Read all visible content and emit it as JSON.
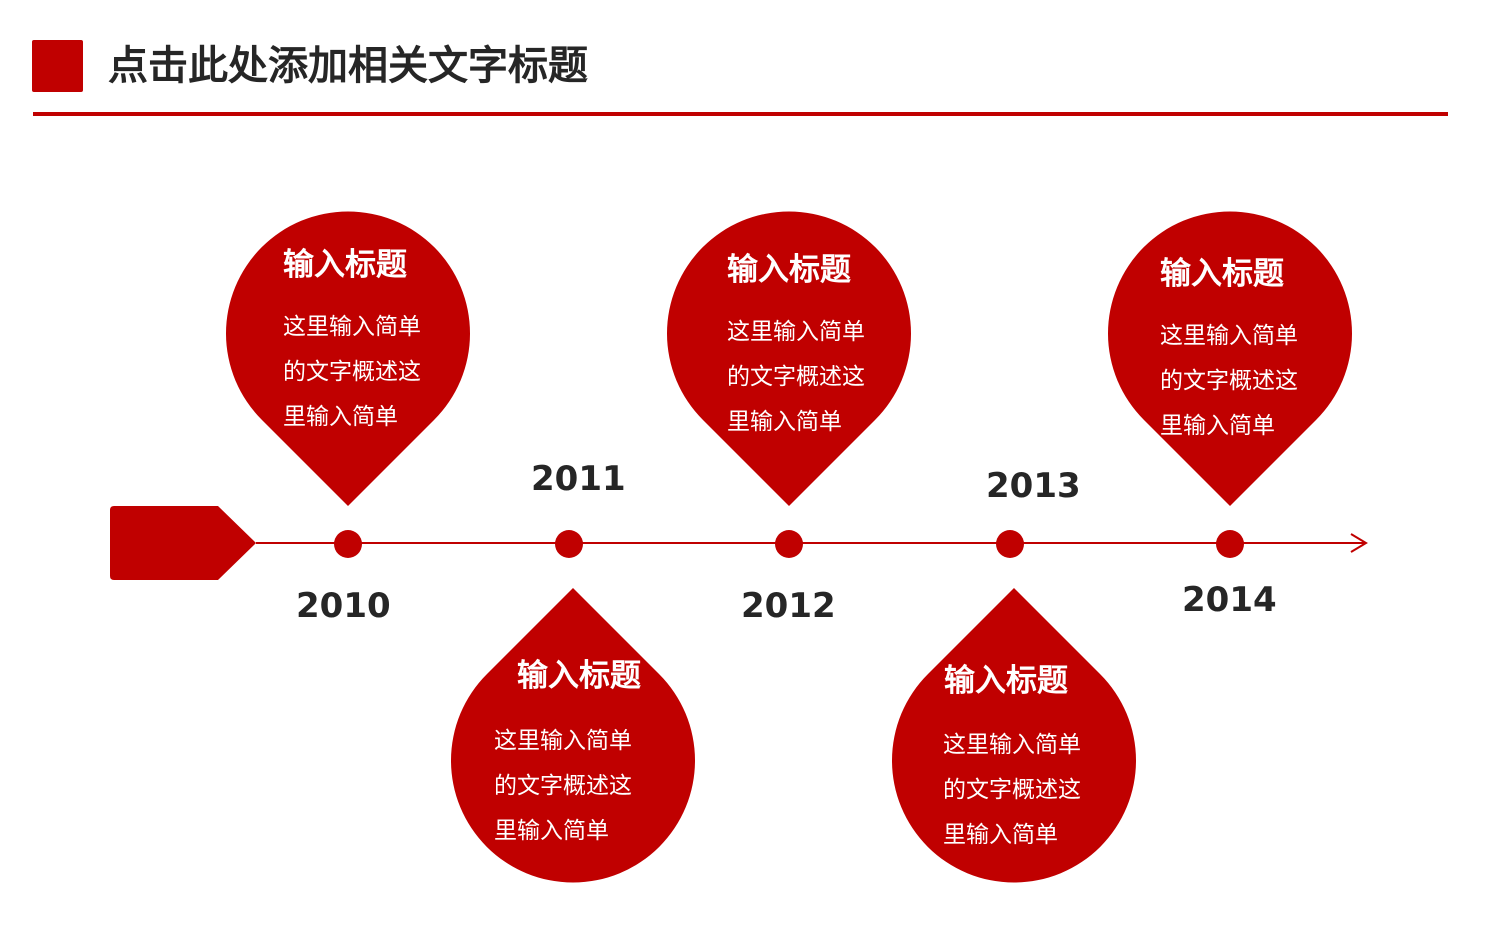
{
  "page": {
    "title": "点击此处添加相关文字标题"
  },
  "colors": {
    "accent": "#c00000",
    "text": "#262626",
    "on_accent": "#ffffff"
  },
  "timeline": {
    "items": [
      {
        "year": "2010",
        "heading": "输入标题",
        "body": "这里输入简单的文字概述这里输入简单"
      },
      {
        "year": "2011",
        "heading": "输入标题",
        "body": "这里输入简单的文字概述这里输入简单"
      },
      {
        "year": "2012",
        "heading": "输入标题",
        "body": "这里输入简单的文字概述这里输入简单"
      },
      {
        "year": "2013",
        "heading": "输入标题",
        "body": "这里输入简单的文字概述这里输入简单"
      },
      {
        "year": "2014",
        "heading": "输入标题",
        "body": "这里输入简单的文字概述这里输入简单"
      }
    ]
  }
}
